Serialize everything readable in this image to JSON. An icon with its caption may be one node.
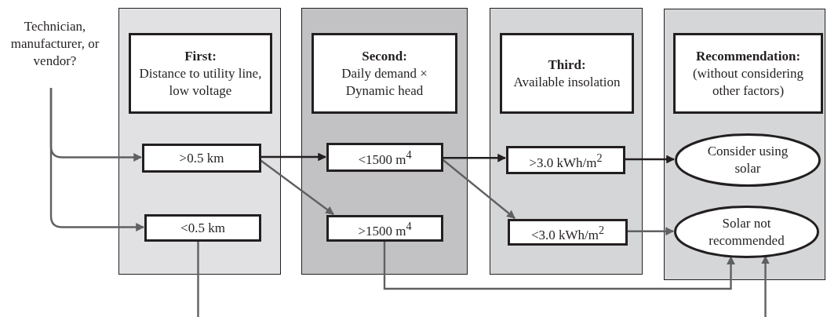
{
  "diagram": {
    "nodes": [
      {
        "text": [
          "Technician, manufacturer, or vendor?"
        ]
      },
      {
        "text": [],
        "shape": "box"
      },
      {
        "text": [
          "First:",
          "Distance to utility line, low voltage"
        ],
        "in": 1
      },
      {
        "text": [
          ">0.5 km"
        ],
        "in": 1
      },
      {
        "text": [
          "<0.5 km"
        ],
        "in": 1
      },
      {
        "text": [],
        "shape": "box"
      },
      {
        "text": [
          "Second:",
          "Daily demand × Dynamic head"
        ],
        "in": 5
      },
      {
        "text": [
          "<1500 m$^{4}$"
        ],
        "in": 5
      },
      {
        "text": [
          ">1500 m$^{4}$"
        ],
        "in": 5
      },
      {
        "text": [],
        "shape": "box"
      },
      {
        "text": [
          "Third:",
          "Available insolation"
        ],
        "in": 9
      },
      {
        "text": [
          ">3.0 kWh/m$^{2}$"
        ],
        "in": 9
      },
      {
        "text": [
          "<3.0 kWh/m$^{2}$"
        ],
        "in": 9
      },
      {
        "text": [],
        "shape": "box"
      },
      {
        "text": [
          "Recommendation:",
          "(without considering other factors)"
        ],
        "in": 13
      },
      {
        "text": [
          "Consider using solar"
        ],
        "in": 13
      },
      {
        "text": [
          "Solar not recommended"
        ],
        "in": 13
      }
    ],
    "edges": [
      {
        "from": 0,
        "to": 3,
        "arrow": "to"
      },
      {
        "from": 0,
        "to": 4,
        "arrow": "to"
      },
      {
        "from": 3,
        "to": 7,
        "arrow": "to",
        "color": "#231f20"
      },
      {
        "from": 3,
        "to": 8,
        "arrow": "to"
      },
      {
        "from": 7,
        "to": 11,
        "arrow": "to",
        "color": "#231f20"
      },
      {
        "from": 7,
        "to": 12,
        "arrow": "to"
      },
      {
        "from": 11,
        "to": 15,
        "arrow": "to",
        "color": "#231f20"
      },
      {
        "from": 12,
        "to": 16,
        "arrow": "to"
      },
      {
        "from": 8,
        "to": 16,
        "arrow": "to"
      },
      {
        "from": 4,
        "to": null,
        "arrow": "none"
      },
      {
        "from": null,
        "to": 16,
        "arrow": "to"
      }
    ]
  }
}
